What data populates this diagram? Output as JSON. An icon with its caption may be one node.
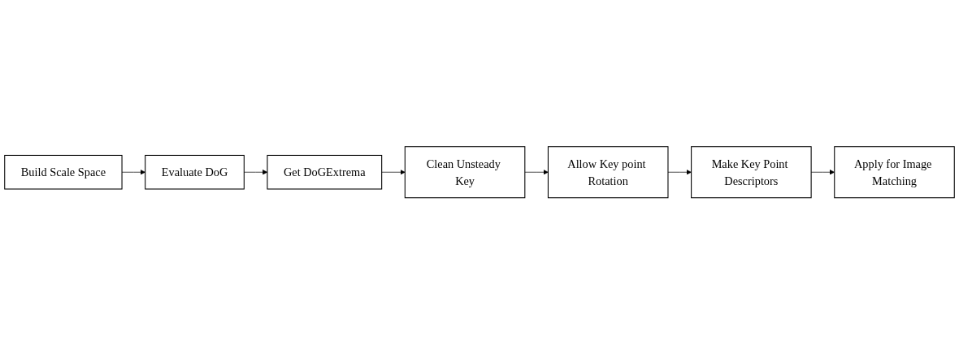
{
  "diagram": {
    "nodes": [
      {
        "text": [
          "Build Scale Space"
        ]
      },
      {
        "text": [
          "Evaluate DoG"
        ]
      },
      {
        "text": [
          "Get DoGExtrema"
        ]
      },
      {
        "text": [
          "Clean Unsteady Key"
        ]
      },
      {
        "text": [
          "Allow Key point Rotation"
        ]
      },
      {
        "text": [
          "Make Key Point Descriptors"
        ]
      },
      {
        "text": [
          "Apply for Image Matching"
        ]
      }
    ],
    "edges": [
      {
        "from": 0,
        "to": 1,
        "arrow": "to"
      },
      {
        "from": 1,
        "to": 2,
        "arrow": "to"
      },
      {
        "from": 2,
        "to": 3,
        "arrow": "to"
      },
      {
        "from": 3,
        "to": 4,
        "arrow": "to"
      },
      {
        "from": 4,
        "to": 5,
        "arrow": "to"
      },
      {
        "from": 5,
        "to": 6,
        "arrow": "to"
      }
    ]
  }
}
